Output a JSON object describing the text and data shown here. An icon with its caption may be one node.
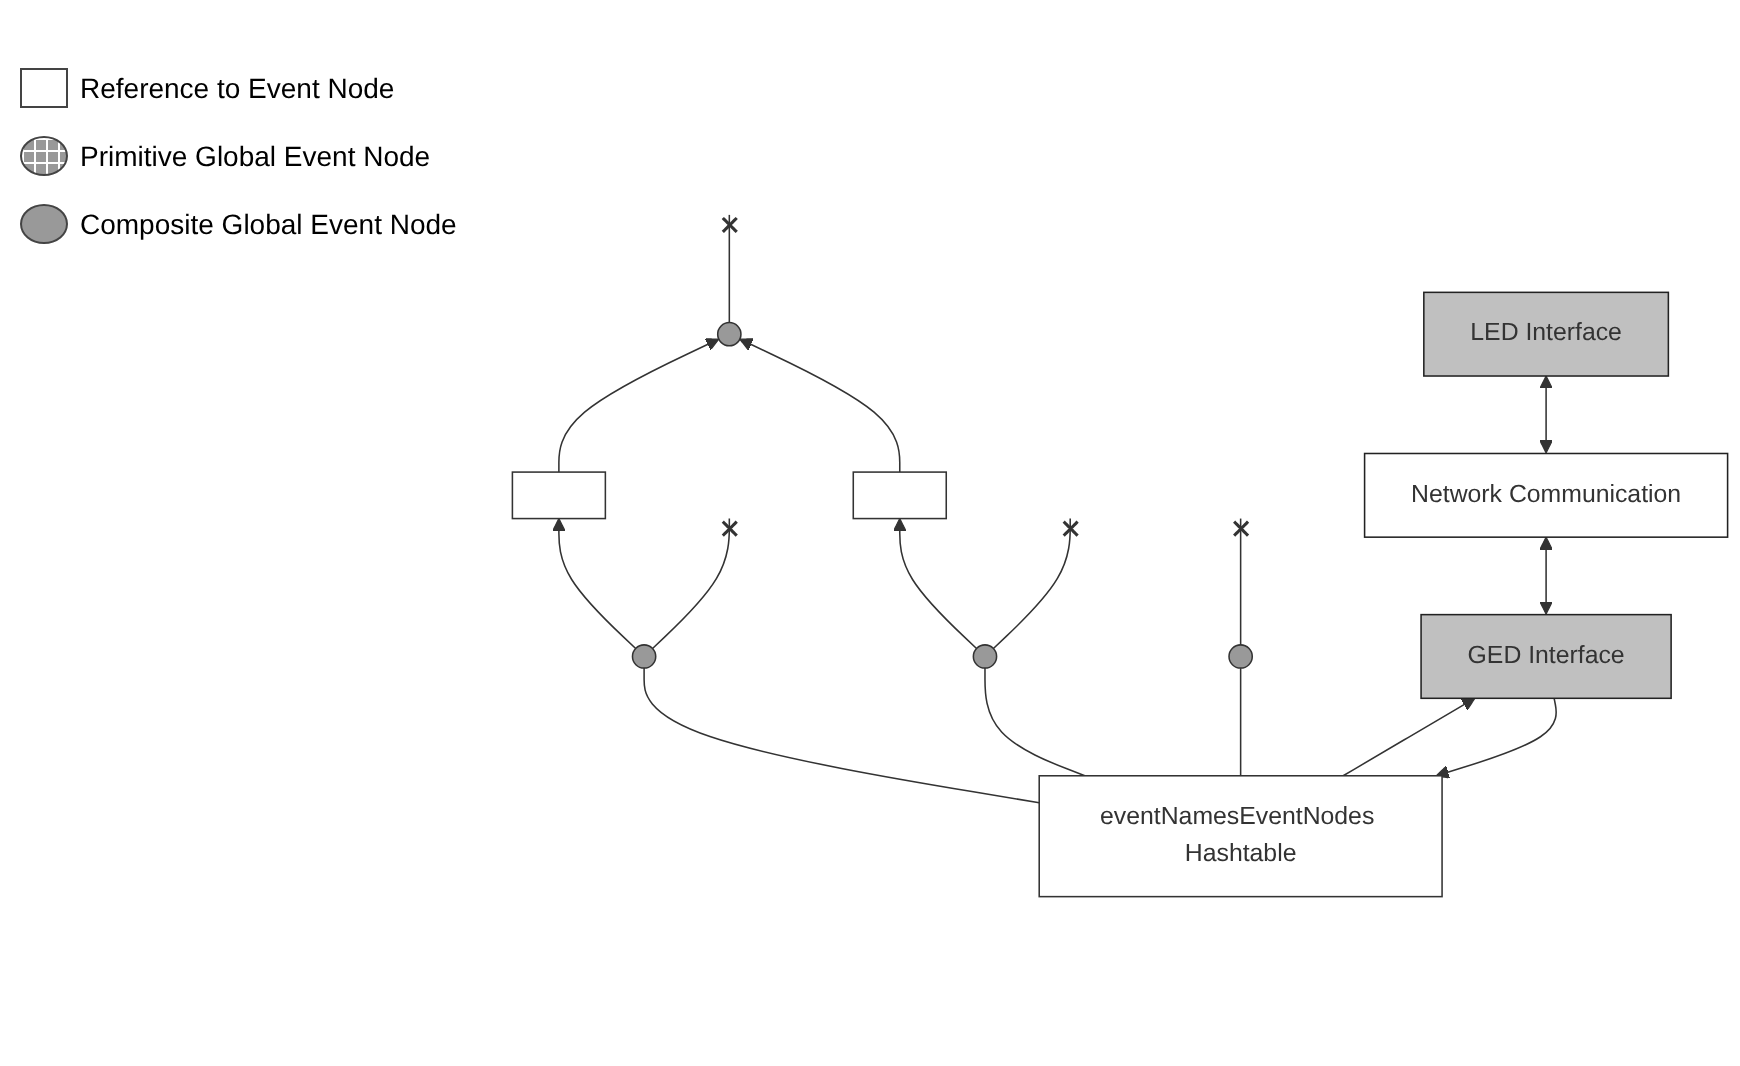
{
  "diagram": {
    "nodes": [
      {
        "text": [],
        "shape": "circle"
      },
      {
        "text": [],
        "shape": "circle"
      },
      {
        "text": [],
        "shape": "box"
      },
      {
        "text": [],
        "shape": "circle"
      },
      {
        "text": [],
        "shape": "box"
      },
      {
        "text": [],
        "shape": "circle"
      },
      {
        "text": [
          "eventNamesEventNodes Hashtable"
        ]
      },
      {
        "text": [
          "GED Interface"
        ]
      },
      {
        "text": [
          "Network Communication"
        ]
      },
      {
        "text": [
          "LED Interface"
        ]
      }
    ],
    "edges": [
      {
        "from": 1,
        "to": 2,
        "arrow": "to"
      },
      {
        "from": 3,
        "to": 4,
        "arrow": "to"
      },
      {
        "from": 2,
        "to": 0,
        "arrow": "to"
      },
      {
        "from": 4,
        "to": 0,
        "arrow": "to"
      },
      {
        "from": 6,
        "to": 1,
        "arrow": "none"
      },
      {
        "from": 6,
        "to": 3,
        "arrow": "none"
      },
      {
        "from": 6,
        "to": 5,
        "arrow": "none"
      },
      {
        "from": 7,
        "to": 6,
        "arrow": "to"
      },
      {
        "from": 6,
        "to": 7,
        "arrow": "to"
      },
      {
        "from": 7,
        "to": 8,
        "arrow": "both"
      },
      {
        "from": 8,
        "to": 9,
        "arrow": "both"
      },
      {
        "from": 0,
        "to": null,
        "arrow": "other"
      },
      {
        "from": 1,
        "to": null,
        "arrow": "other"
      },
      {
        "from": 3,
        "to": null,
        "arrow": "other"
      },
      {
        "from": 5,
        "to": null,
        "arrow": "other"
      }
    ],
    "legend": [
      {
        "text": "Reference to Event Node"
      },
      {
        "text": "Primitive Global Event Node"
      },
      {
        "text": "Composite Global Event Node"
      }
    ]
  }
}
